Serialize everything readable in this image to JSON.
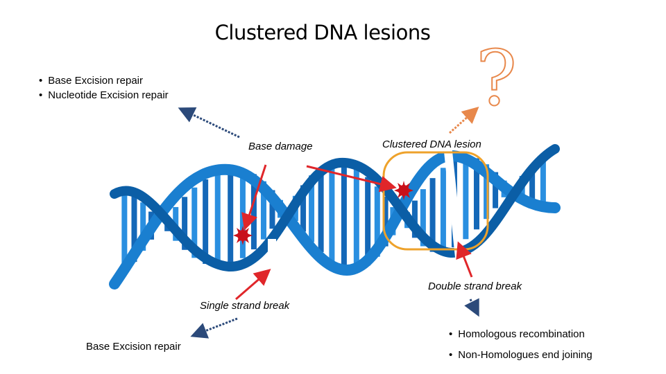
{
  "title": "Clustered DNA lesions",
  "question_mark": "?",
  "labels": {
    "base_damage": "Base damage",
    "clustered_lesion": "Clustered DNA lesion",
    "single_strand_break": "Single strand break",
    "double_strand_break": "Double strand break",
    "base_excision_repair": "Base Excision repair"
  },
  "base_damage_repair": [
    "Base Excision repair",
    "Nucleotide Excision repair"
  ],
  "dsb_repair": [
    "Homologous recombination",
    "Non-Homologues end joining"
  ],
  "colors": {
    "helix_blue": "#1a7fd0",
    "helix_dark": "#0b5ea6",
    "damage_red": "#e2141b",
    "arrow_red": "#e0262a",
    "highlight_orange": "#eea22b",
    "dashed_arrow_blue": "#2c4a7a",
    "question_orange": "#e8884b"
  }
}
